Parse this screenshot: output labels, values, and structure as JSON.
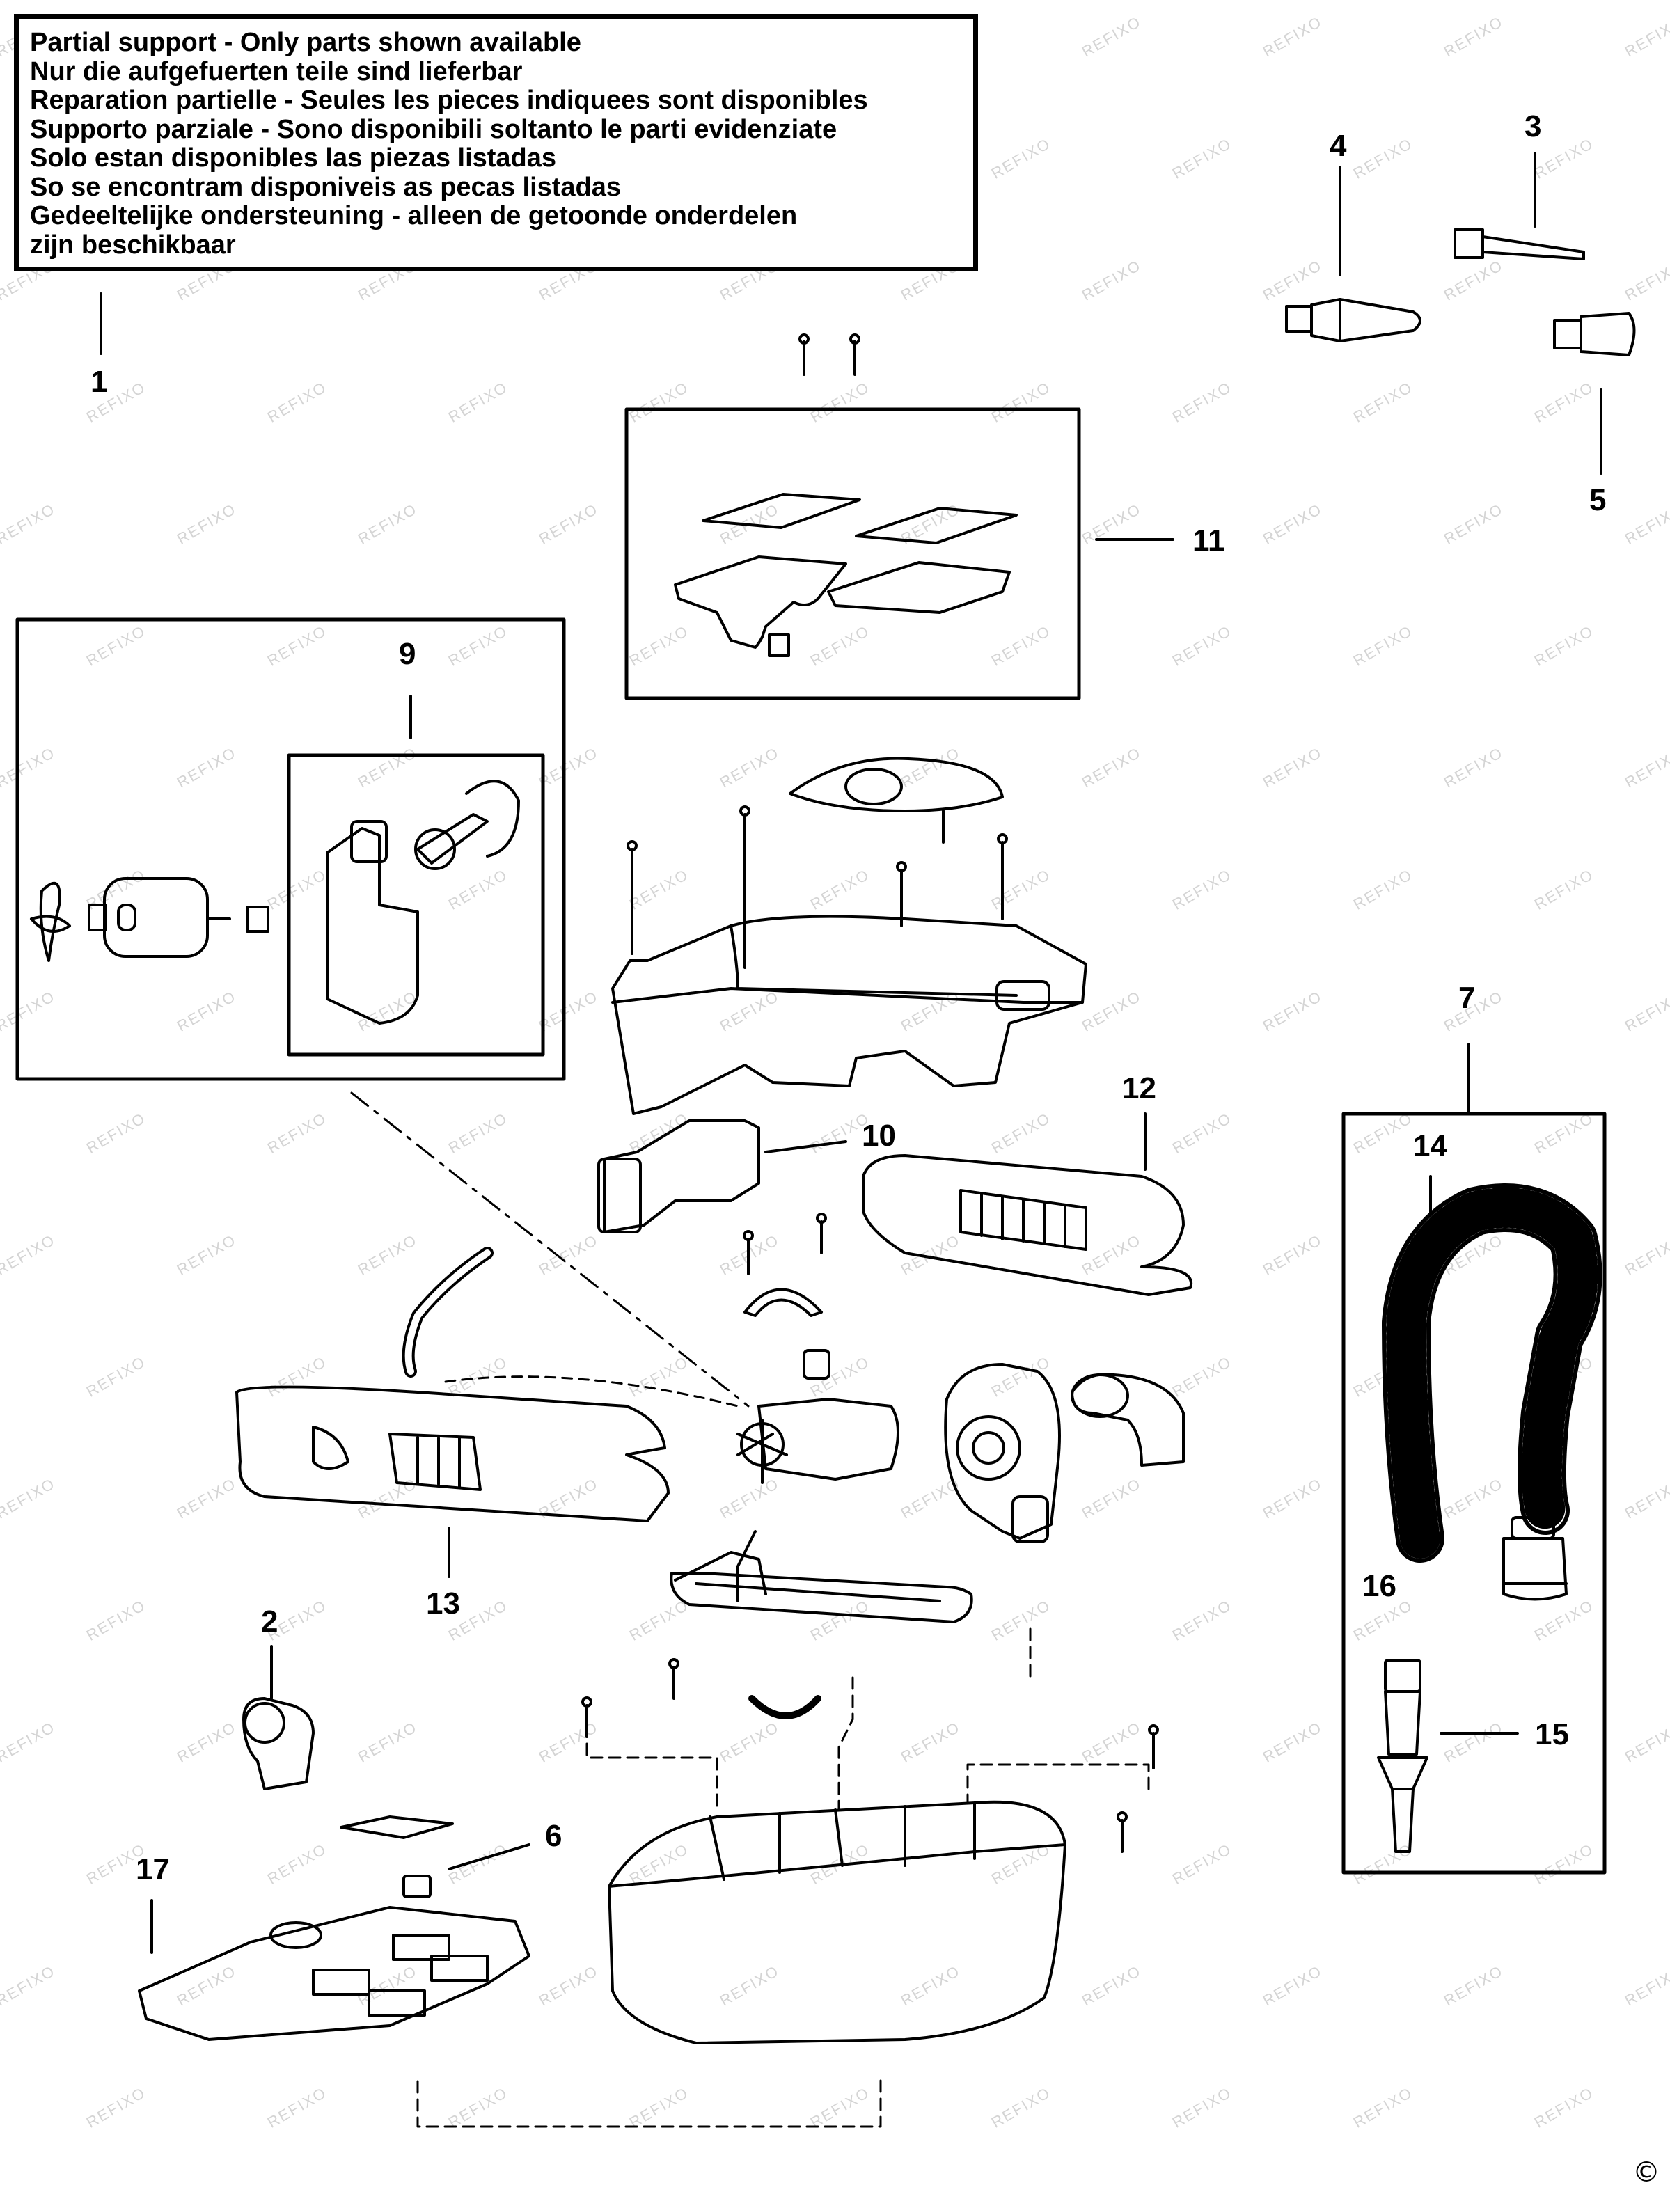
{
  "notice": {
    "lines": [
      "Partial support - Only parts shown available",
      "Nur die aufgefuerten teile sind lieferbar",
      "Reparation partielle - Seules les pieces indiquees sont disponibles",
      "Supporto parziale - Sono disponibili soltanto le parti evidenziate",
      "Solo estan disponibles las piezas listadas",
      "So se encontram disponiveis as pecas listadas",
      "Gedeeltelijke ondersteuning - alleen de getoonde onderdelen",
      "zijn beschikbaar"
    ]
  },
  "callouts": {
    "c1": "1",
    "c2": "2",
    "c3": "3",
    "c4": "4",
    "c5": "5",
    "c6": "6",
    "c7": "7",
    "c9": "9",
    "c10": "10",
    "c11": "11",
    "c12": "12",
    "c13": "13",
    "c14": "14",
    "c15": "15",
    "c16": "16",
    "c17": "17"
  },
  "watermark": "REFIXO",
  "copyright": "©",
  "colors": {
    "ink": "#000000",
    "watermark": "#d4d4d4",
    "background": "#ffffff"
  }
}
